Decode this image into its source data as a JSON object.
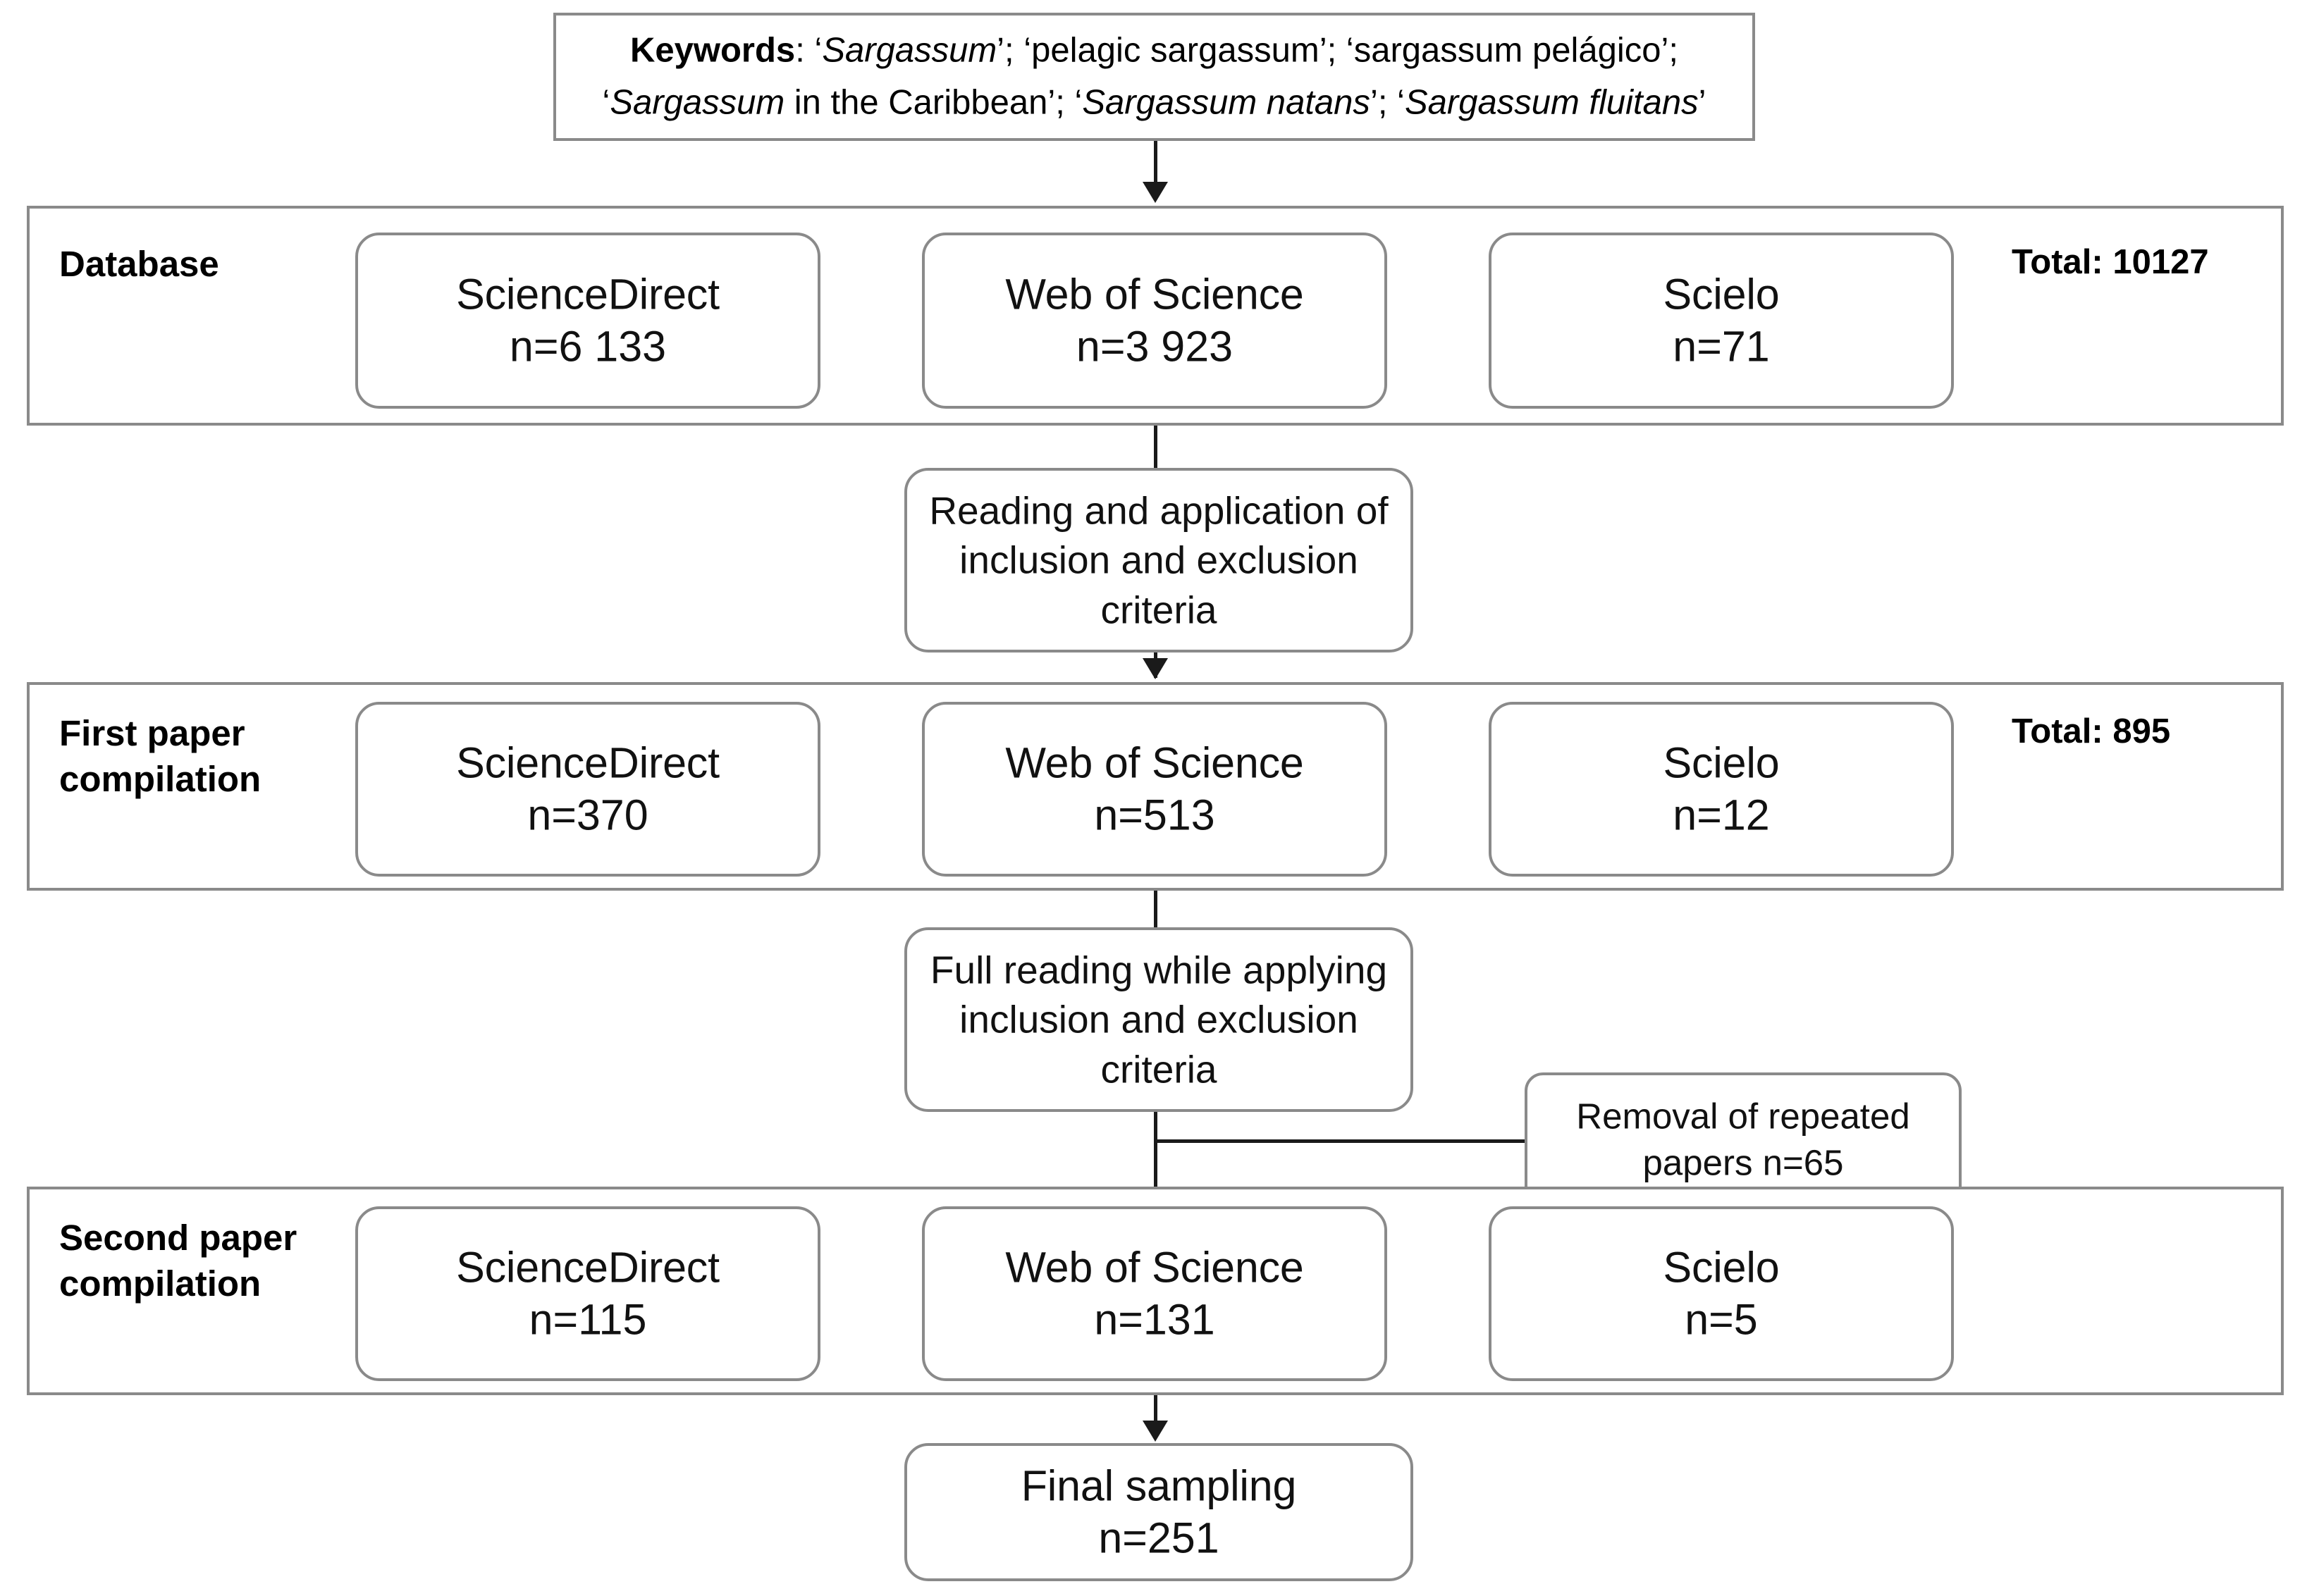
{
  "figure": {
    "type": "flowchart",
    "orientation": "top-to-bottom"
  },
  "keywords": {
    "label": "Keywords",
    "separator": ": ",
    "line1": "'Sargassum'; 'pelagic sargassum'; 'sargassum pelágico';",
    "line2": "'Sargassum in the Caribbean'; 'Sargassum natans'; 'Sargassum fluitans'",
    "terms": [
      "Sargassum",
      "pelagic sargassum",
      "sargassum pelágico",
      "Sargassum in the Caribbean",
      "Sargassum natans",
      "Sargassum fluitans"
    ]
  },
  "stages": [
    {
      "id": "database",
      "label": "Database",
      "total_label": "Total: 10127",
      "total_value": 10127,
      "sources": [
        {
          "name": "ScienceDirect",
          "count": "n=6 133"
        },
        {
          "name": "Web of Science",
          "count": "n=3 923"
        },
        {
          "name": "Scielo",
          "count": "n=71"
        }
      ]
    },
    {
      "id": "first-compilation",
      "label": "First paper\ncompilation",
      "total_label": "Total: 895",
      "total_value": 895,
      "sources": [
        {
          "name": "ScienceDirect",
          "count": "n=370"
        },
        {
          "name": "Web of Science",
          "count": "n=513"
        },
        {
          "name": "Scielo",
          "count": "n=12"
        }
      ]
    },
    {
      "id": "second-compilation",
      "label": "Second paper\ncompilation",
      "total_label": "",
      "sources": [
        {
          "name": "ScienceDirect",
          "count": "n=115"
        },
        {
          "name": "Web of Science",
          "count": "n=131"
        },
        {
          "name": "Scielo",
          "count": "n=5"
        }
      ]
    }
  ],
  "processes": [
    {
      "id": "screening",
      "text": "Reading and application of inclusion and exclusion criteria"
    },
    {
      "id": "full-reading",
      "text": "Full reading while applying inclusion and exclusion criteria"
    }
  ],
  "side_notes": [
    {
      "id": "removal-repeated",
      "text": "Removal of repeated papers n=65",
      "count": 65
    }
  ],
  "final": {
    "name": "Final sampling",
    "count": "n=251",
    "value": 251
  },
  "colors": {
    "border": "#8a8a8a",
    "connector": "#1a1a1a",
    "text": "#111111",
    "background": "#ffffff"
  }
}
